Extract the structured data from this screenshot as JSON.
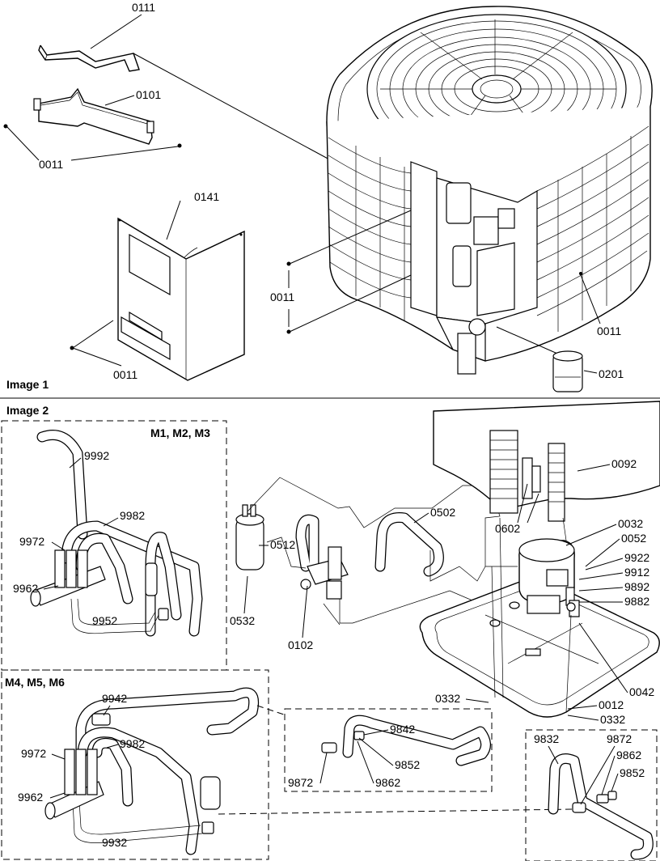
{
  "sections": {
    "image1": "Image 1",
    "image2": "Image 2",
    "m123": "M1, M2, M3",
    "m456": "M4, M5, M6"
  },
  "labels": {
    "c0111": "0111",
    "c0101": "0101",
    "c0011_top": "0011",
    "c0141": "0141",
    "c0011_panel": "0011",
    "c0011_mid": "0011",
    "c0011_right": "0011",
    "c0201": "0201",
    "c9992": "9992",
    "c9982_a": "9982",
    "c9972_a": "9972",
    "c9962_a": "9962",
    "c9952": "9952",
    "c9942": "9942",
    "c9982_b": "9982",
    "c9972_b": "9972",
    "c9962_b": "9962",
    "c9932": "9932",
    "c0502": "0502",
    "c0512": "0512",
    "c0532": "0532",
    "c0102": "0102",
    "c0092": "0092",
    "c0602": "0602",
    "c0032": "0032",
    "c0052": "0052",
    "c9922": "9922",
    "c9912": "9912",
    "c9892": "9892",
    "c9882": "9882",
    "c0042": "0042",
    "c0332_a": "0332",
    "c0012": "0012",
    "c0332_b": "0332",
    "c9842": "9842",
    "c9852_a": "9852",
    "c9872_a": "9872",
    "c9862_a": "9862",
    "c9832": "9832",
    "c9872_b": "9872",
    "c9862_b": "9862",
    "c9852_b": "9852"
  }
}
